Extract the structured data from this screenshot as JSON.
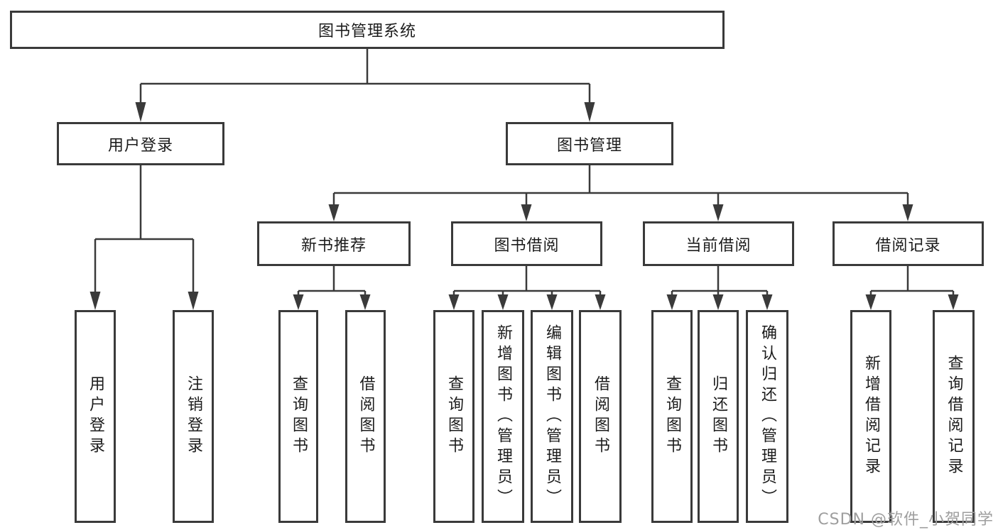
{
  "title": "图书管理系统",
  "nodes": {
    "user_login": "用户登录",
    "book_mgmt": "图书管理",
    "new_book_rec": "新书推荐",
    "book_borrow": "图书借阅",
    "current_borrow": "当前借阅",
    "borrow_record": "借阅记录"
  },
  "leaves": {
    "user": [
      "用户登录",
      "注销登录"
    ],
    "new_book_rec": [
      "查询图书",
      "借阅图书"
    ],
    "book_borrow": [
      "查询图书",
      "新增图书（管理员）",
      "编辑图书（管理员）",
      "借阅图书"
    ],
    "current_borrow": [
      "查询图书",
      "归还图书",
      "确认归还（管理员）"
    ],
    "borrow_record": [
      "新增借阅记录",
      "查询借阅记录"
    ]
  },
  "watermark": "CSDN @软件_小贺同学",
  "colors": {
    "line": "#3a3a3a",
    "text": "#1c1c1c",
    "box_fill": "#ffffff",
    "watermark": "#9e9e9e",
    "background": "#ffffff"
  }
}
